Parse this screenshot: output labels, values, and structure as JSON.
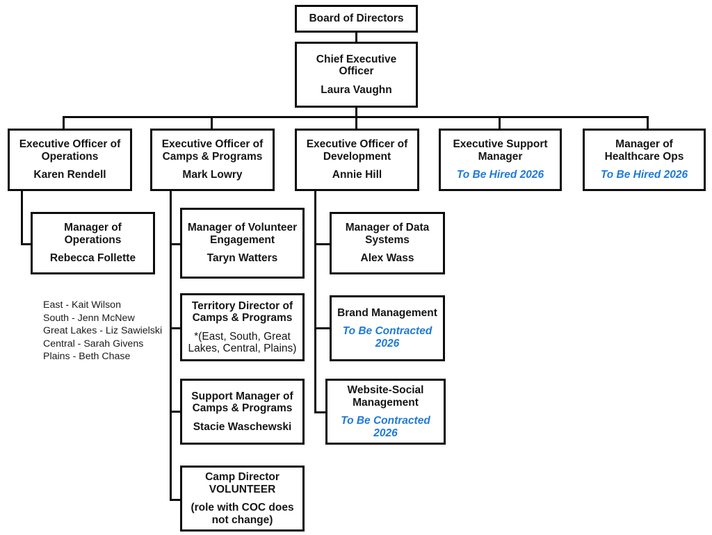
{
  "chart_data": {
    "type": "diagram",
    "title": "Organizational Chart",
    "colors": {
      "box_border": "#0d0d0d",
      "text": "#151515",
      "pending_accent": "#1f7ad4",
      "background": "#ffffff"
    }
  },
  "nodes": {
    "board": {
      "title": "Board of Directors",
      "person": ""
    },
    "ceo": {
      "title": "Chief Executive Officer",
      "person": "Laura Vaughn"
    },
    "eo_operations": {
      "title": "Executive Officer of Operations",
      "person": "Karen Rendell"
    },
    "eo_camps": {
      "title": "Executive Officer of Camps & Programs",
      "person": "Mark Lowry"
    },
    "eo_development": {
      "title": "Executive Officer of Development",
      "person": "Annie Hill"
    },
    "exec_support": {
      "title": "Executive Support Manager",
      "person": "To Be Hired 2026",
      "pending": true
    },
    "healthcare_ops": {
      "title": "Manager of Healthcare Ops",
      "person": "To Be Hired 2026",
      "pending": true
    },
    "mgr_operations": {
      "title": "Manager of Operations",
      "person": "Rebecca Follette"
    },
    "mgr_volunteer": {
      "title": "Manager of Volunteer Engagement",
      "person": "Taryn Watters"
    },
    "mgr_data_systems": {
      "title": "Manager of Data Systems",
      "person": "Alex Wass"
    },
    "territory_director": {
      "title": "Territory Director of Camps & Programs",
      "person": "*(East, South, Great Lakes, Central, Plains)"
    },
    "brand_management": {
      "title": "Brand Management",
      "person": "To Be Contracted 2026",
      "pending": true
    },
    "support_mgr_camps": {
      "title": "Support Manager of Camps & Programs",
      "person": "Stacie Waschewski"
    },
    "website_social": {
      "title": "Website-Social Management",
      "person": "To Be Contracted 2026",
      "pending": true
    },
    "camp_director": {
      "title": "Camp Director VOLUNTEER",
      "person": "(role with COC does not change)"
    }
  },
  "territory_list": {
    "lines": "East - Kait Wilson\nSouth - Jenn McNew\nGreat Lakes - Liz Sawielski\nCentral - Sarah Givens\nPlains - Beth Chase"
  }
}
